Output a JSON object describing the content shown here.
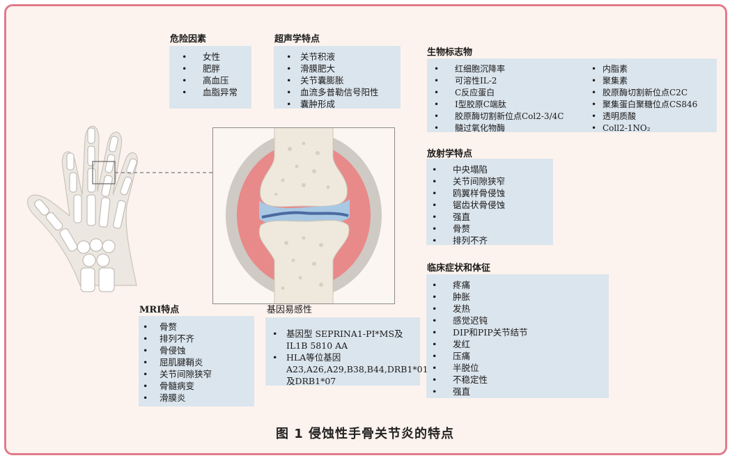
{
  "caption": "图 1  侵蚀性手骨关节炎的特点",
  "risk_factors": {
    "title": "危险因素",
    "items": [
      "女性",
      "肥胖",
      "高血压",
      "血脂异常"
    ]
  },
  "ultrasound": {
    "title": "超声学特点",
    "items": [
      "关节积液",
      "滑膜肥大",
      "关节囊膨胀",
      "血流多普勒信号阳性",
      "囊肿形成"
    ]
  },
  "biomarkers": {
    "title": "生物标志物",
    "left_items": [
      "红细胞沉降率",
      "可溶性IL-2",
      "C反应蛋白",
      "I型胶原C端肽",
      "胶原酶切割新位点Col2-3/4C",
      "髓过氧化物酶"
    ],
    "right_items": [
      "内脂素",
      "聚集素",
      "胶原酶切割新位点C2C",
      "聚集蛋白聚糖位点CS846",
      "透明质酸",
      "Coll2-1NO₂"
    ]
  },
  "radiology": {
    "title": "放射学特点",
    "items": [
      "中央塌陷",
      "关节间隙狭窄",
      "鸥翼样骨侵蚀",
      "锯齿状骨侵蚀",
      "强直",
      "骨赘",
      "排列不齐"
    ]
  },
  "clinical": {
    "title": "临床症状和体征",
    "items": [
      "疼痛",
      "肿胀",
      "发热",
      "感觉迟钝",
      "DIP和PIP关节结节",
      "发红",
      "压痛",
      "半脱位",
      "不稳定性",
      "强直"
    ]
  },
  "genetics": {
    "title": "基因易感性",
    "items": [
      "基因型 SEPRINA1-PI*MS及IL1B 5810 AA",
      "HLA等位基因A23,A26,A29,B38,B44,DRB1*01及DRB1*07"
    ]
  },
  "mri": {
    "title": "MRI特点",
    "items": [
      "骨赘",
      "排列不齐",
      "骨侵蚀",
      "屈肌腱鞘炎",
      "关节间隙狭窄",
      "骨髓病变",
      "滑膜炎"
    ]
  },
  "colors": {
    "frame_border": "#e27a8c",
    "frame_bg": "#fdf3ee",
    "box_bg": "#dbe5ed",
    "synovium": "#e88a8a",
    "cartilage": "#a9c8e3",
    "bone": "#efe9dd"
  },
  "icons": [
    "hand-skeleton-illustration",
    "joint-cross-section-illustration"
  ]
}
